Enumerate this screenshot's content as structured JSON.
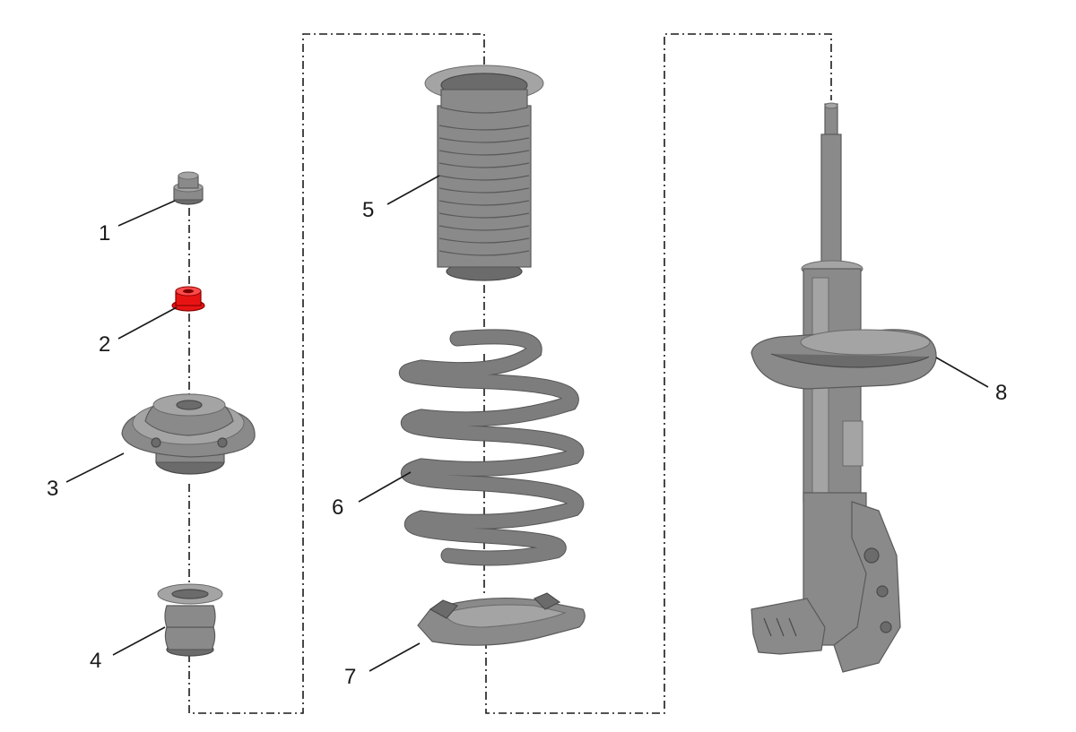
{
  "diagram": {
    "parts": [
      {
        "number": "1",
        "highlighted": false
      },
      {
        "number": "2",
        "highlighted": true
      },
      {
        "number": "3",
        "highlighted": false
      },
      {
        "number": "4",
        "highlighted": false
      },
      {
        "number": "5",
        "highlighted": false
      },
      {
        "number": "6",
        "highlighted": false
      },
      {
        "number": "7",
        "highlighted": false
      },
      {
        "number": "8",
        "highlighted": false
      }
    ],
    "colors": {
      "part_gray": "#8a8a8a",
      "highlight_red": "#e81414",
      "line": "#1a1a1a",
      "background": "#ffffff"
    }
  }
}
